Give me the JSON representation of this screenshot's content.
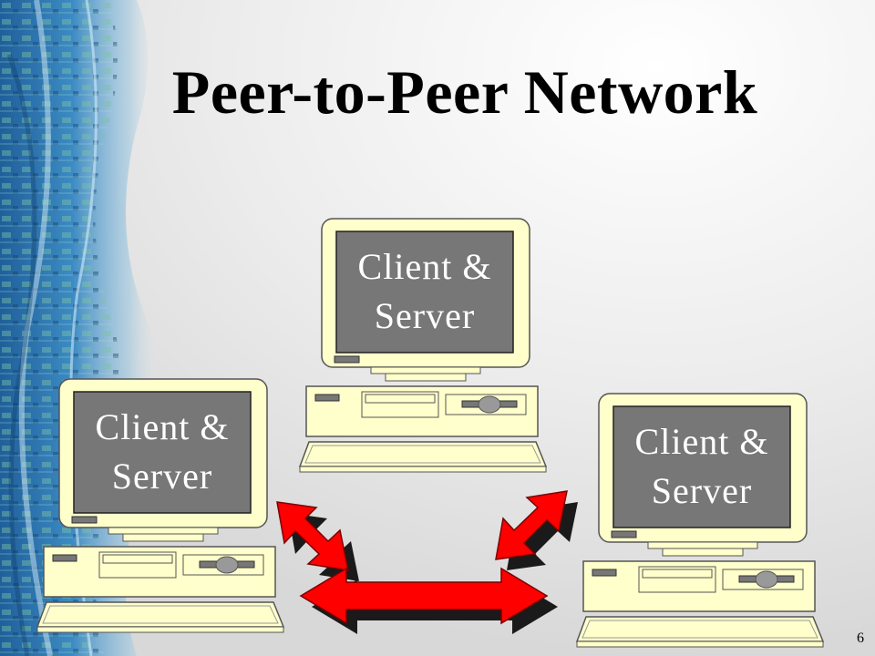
{
  "slide": {
    "title": "Peer-to-Peer Network",
    "page_number": "6"
  },
  "computers": [
    {
      "line1": "Client &",
      "line2": "Server"
    },
    {
      "line1": "Client &",
      "line2": "Server"
    },
    {
      "line1": "Client &",
      "line2": "Server"
    }
  ],
  "colors": {
    "monitor_body": "#ffffcc",
    "screen": "#777777",
    "arrow": "#ff0000",
    "arrow_shadow": "#1a1a1a",
    "background": "#e9e9e9",
    "side_banner": "#3b7fb5"
  }
}
